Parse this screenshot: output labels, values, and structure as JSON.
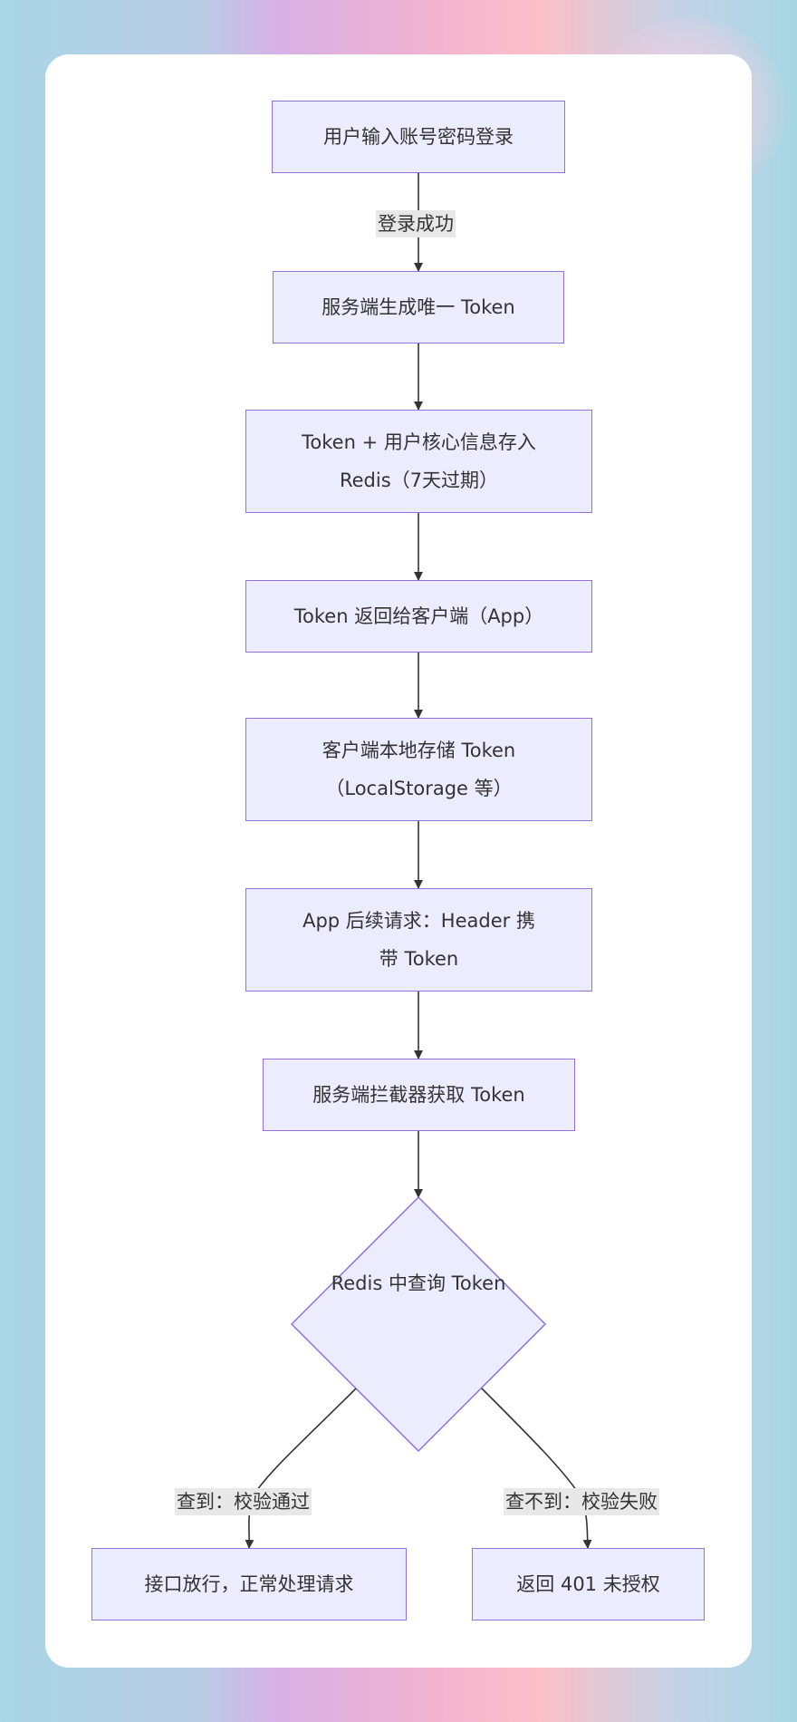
{
  "nodes": {
    "login": "用户输入账号密码登录",
    "gen_token": "服务端生成唯一 Token",
    "store_redis_l1": "Token + 用户核心信息存入",
    "store_redis_l2": "Redis（7天过期）",
    "return_token": "Token 返回给客户端（App）",
    "client_store_l1": "客户端本地存储 Token",
    "client_store_l2": "（LocalStorage 等）",
    "header_l1": "App 后续请求：Header 携",
    "header_l2": "带 Token",
    "interceptor": "服务端拦截器获取 Token",
    "redis_query": "Redis 中查询 Token",
    "pass": "接口放行，正常处理请求",
    "unauthorized": "返回 401 未授权"
  },
  "edges": {
    "login_success": "登录成功",
    "found": "查到：校验通过",
    "not_found": "查不到：校验失败"
  },
  "colors": {
    "node_fill": "#ececff",
    "node_border": "#9370db",
    "edge": "#333333",
    "label_bg": "#e8e8e8"
  }
}
